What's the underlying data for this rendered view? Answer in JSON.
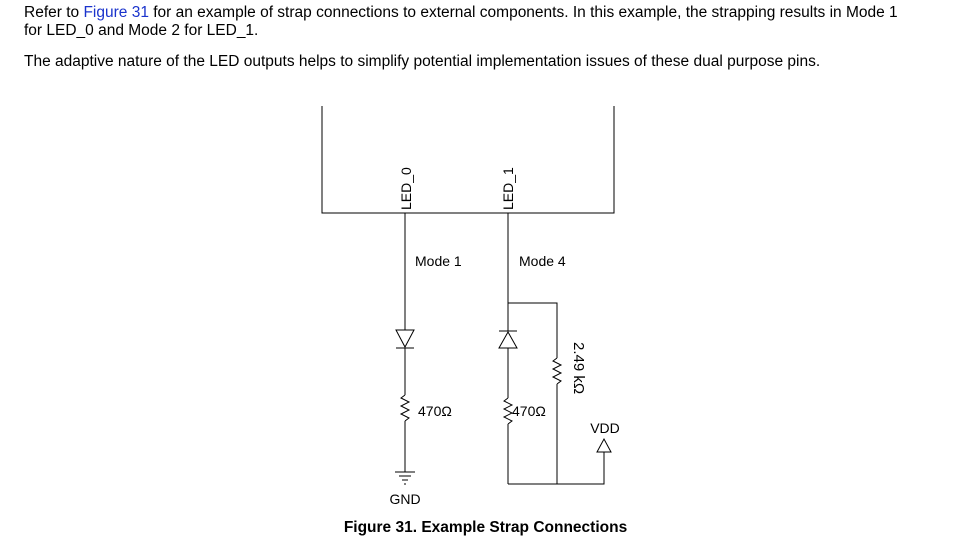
{
  "paragraphs": {
    "p1_prefix": "Refer to ",
    "p1_link": "Figure 31",
    "p1_suffix": " for an example of strap connections to external components. In this example, the strapping results in Mode 1 for LED_0 and Mode 2 for LED_1.",
    "p2": "The adaptive nature of the LED outputs helps to simplify potential implementation issues of these dual purpose pins."
  },
  "diagram": {
    "pins": {
      "led0": "LED_0",
      "led1": "LED_1"
    },
    "modes": {
      "left": "Mode 1",
      "right": "Mode 4"
    },
    "resistors": {
      "left": "470Ω",
      "middle": "470Ω",
      "pullup": "2.49 kΩ"
    },
    "supply": "VDD",
    "ground": "GND"
  },
  "caption": "Figure 31.  Example Strap Connections",
  "colors": {
    "link": "#1a33cc",
    "line": "#000000"
  }
}
